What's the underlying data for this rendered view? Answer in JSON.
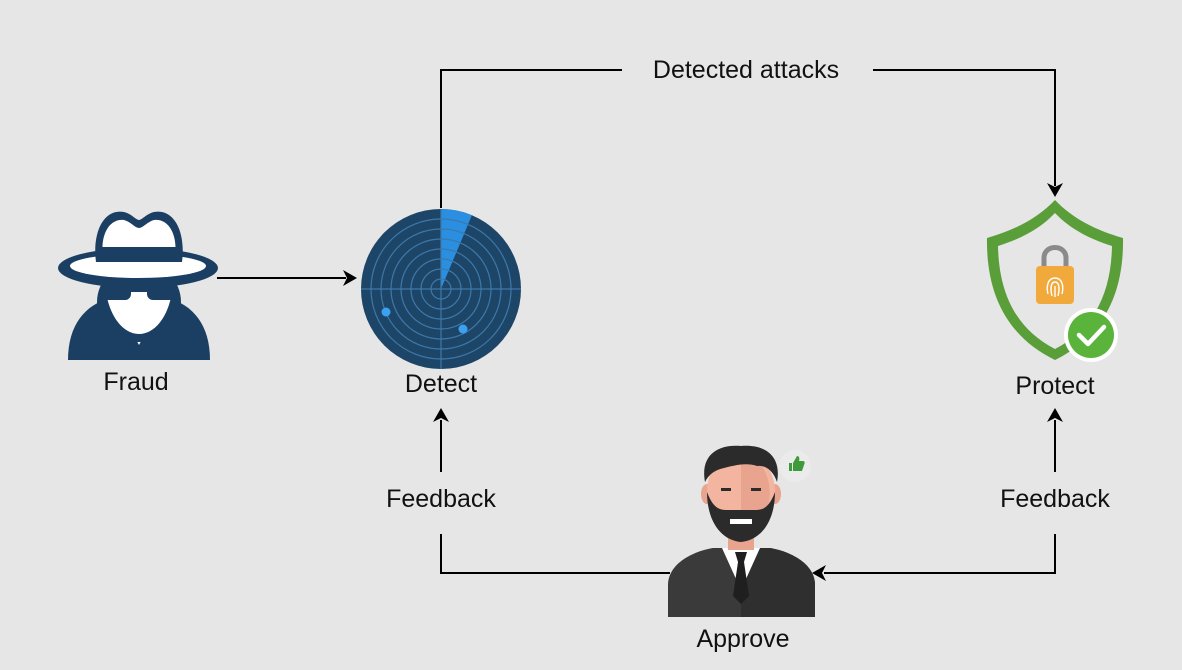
{
  "nodes": {
    "fraud": {
      "label": "Fraud",
      "icon": "spy-icon"
    },
    "detect": {
      "label": "Detect",
      "icon": "radar-icon"
    },
    "protect": {
      "label": "Protect",
      "icon": "shield-lock-icon"
    },
    "approve": {
      "label": "Approve",
      "icon": "businessman-icon"
    }
  },
  "edges": {
    "detected_attacks": {
      "label": "Detected attacks",
      "from": "detect",
      "to": "protect"
    },
    "fraud_to_detect": {
      "label": "",
      "from": "fraud",
      "to": "detect"
    },
    "feedback_left": {
      "label": "Feedback",
      "from": "approve",
      "to": "detect"
    },
    "feedback_right": {
      "label": "Feedback",
      "from": "protect",
      "to": "approve"
    }
  },
  "colors": {
    "background": "#e6e6e6",
    "spy": "#1b3f63",
    "radar": "#1d4568",
    "radar_sweep": "#2a8fe0",
    "shield": "#5a9e3a",
    "lock": "#f2a93b",
    "check_badge": "#5ab43c",
    "person_suit": "#3a3a3a",
    "skin": "#f3b5a0"
  }
}
